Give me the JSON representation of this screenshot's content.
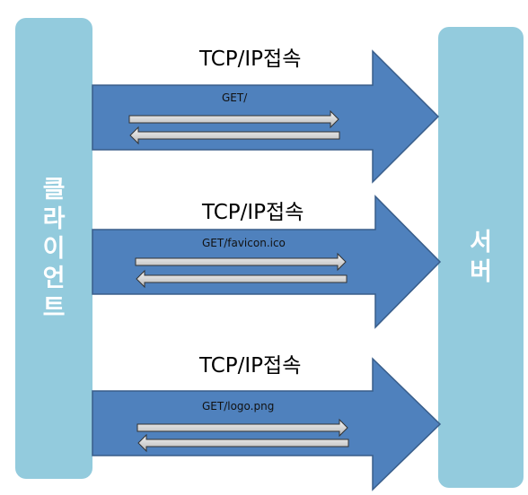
{
  "client": {
    "label": [
      "클",
      "라",
      "이",
      "언",
      "트"
    ]
  },
  "server": {
    "label": [
      "서",
      "버"
    ]
  },
  "connections": [
    {
      "title": "TCP/IP접속",
      "request": "GET/"
    },
    {
      "title": "TCP/IP접속",
      "request": "GET/favicon.ico"
    },
    {
      "title": "TCP/IP접속",
      "request": "GET/logo.png"
    }
  ],
  "colors": {
    "side_box": "#93cbdd",
    "arrow_fill": "#4f81bd",
    "arrow_stroke": "#385d8a",
    "inner_arrow": "#dcdcdc"
  }
}
